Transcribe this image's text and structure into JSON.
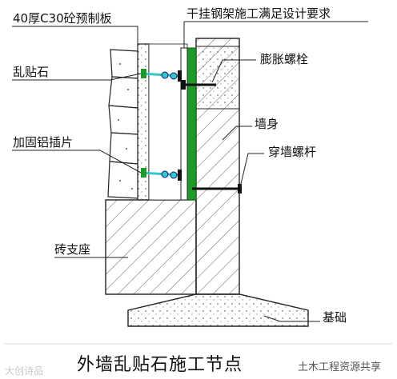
{
  "labels": {
    "precast_board": "40厚C30砼预制板",
    "steel_frame": "干挂钢架施工满足设计要求",
    "random_stone": "乱贴石",
    "expansion_bolt": "膨胀螺栓",
    "aluminum_clip": "加固铝插片",
    "wall_body": "墙身",
    "through_bolt": "穿墙螺杆",
    "brick_support": "砖支座",
    "foundation": "基础"
  },
  "caption": "外墙乱贴石施工节点",
  "watermarks": {
    "left": "大创诗品",
    "right": "土木工程资源共享"
  },
  "colors": {
    "steel": "#1f9a2a",
    "clip": "#35c8c8",
    "line": "#222222",
    "hatch": "#555555"
  }
}
